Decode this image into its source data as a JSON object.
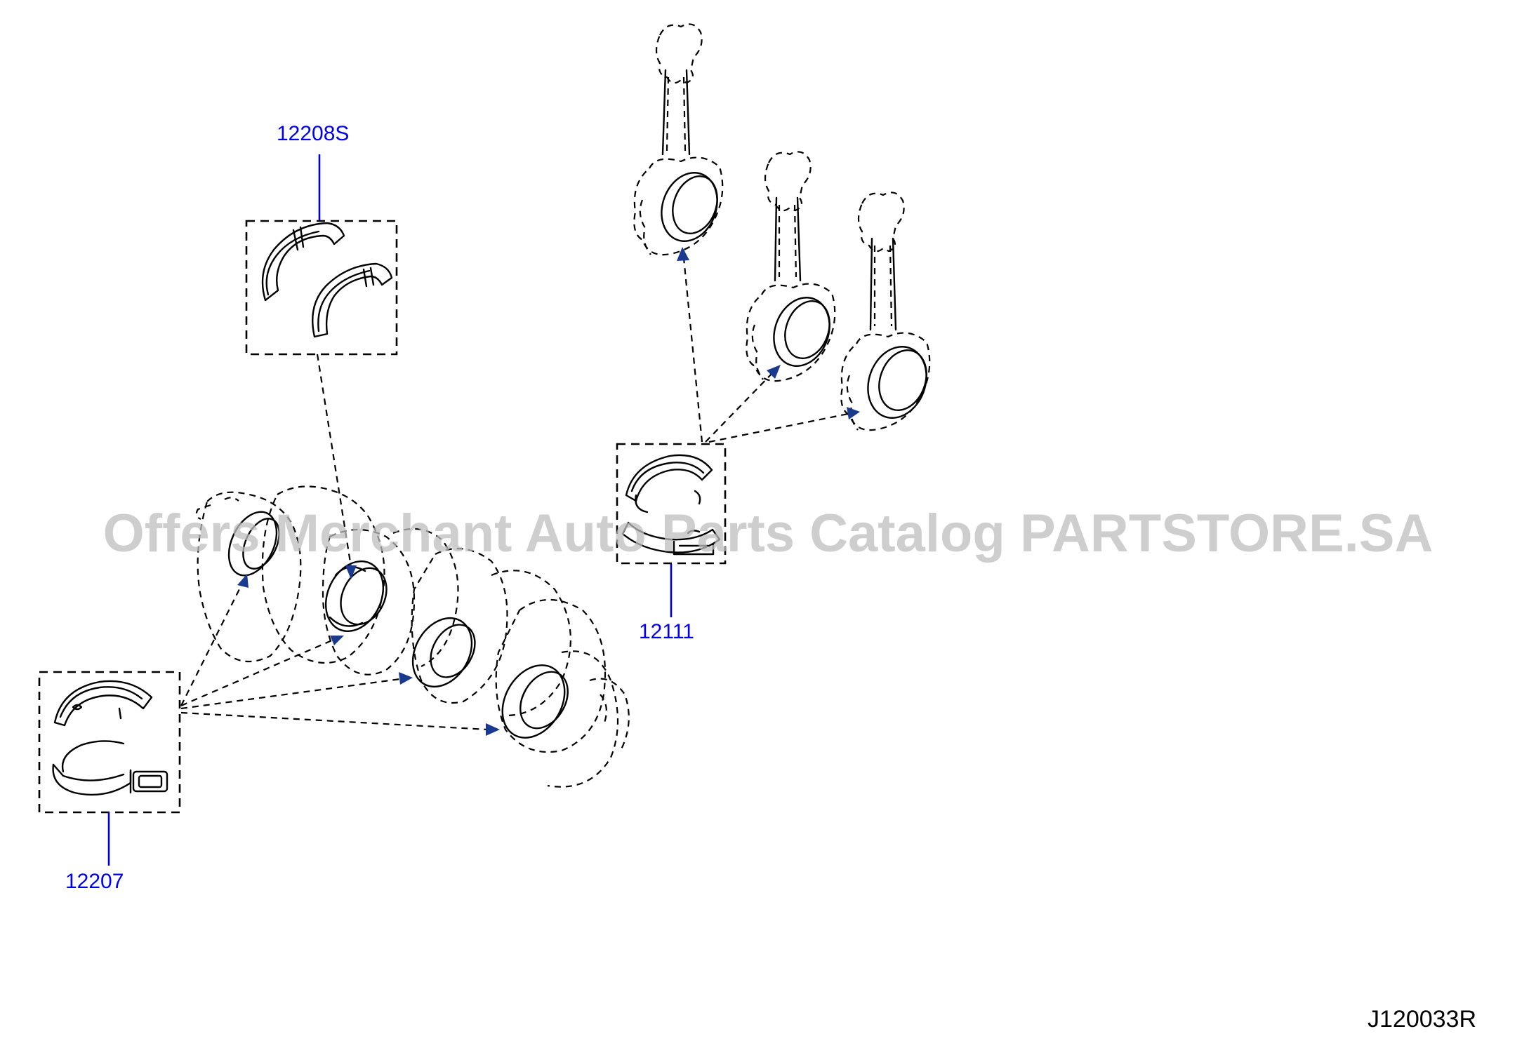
{
  "callouts": {
    "main_bearing_thrust": "12208S",
    "connecting_rod_bearing": "12111",
    "main_bearing": "12207"
  },
  "diagram_code": "J120033R",
  "watermark": "Offers Merchant Auto Parts Catalog PARTSTORE.SA",
  "colors": {
    "callout": "#0000ee",
    "leader": "#0000cc",
    "arrow": "#1a3a8f",
    "watermark": "#bdbdbd"
  }
}
